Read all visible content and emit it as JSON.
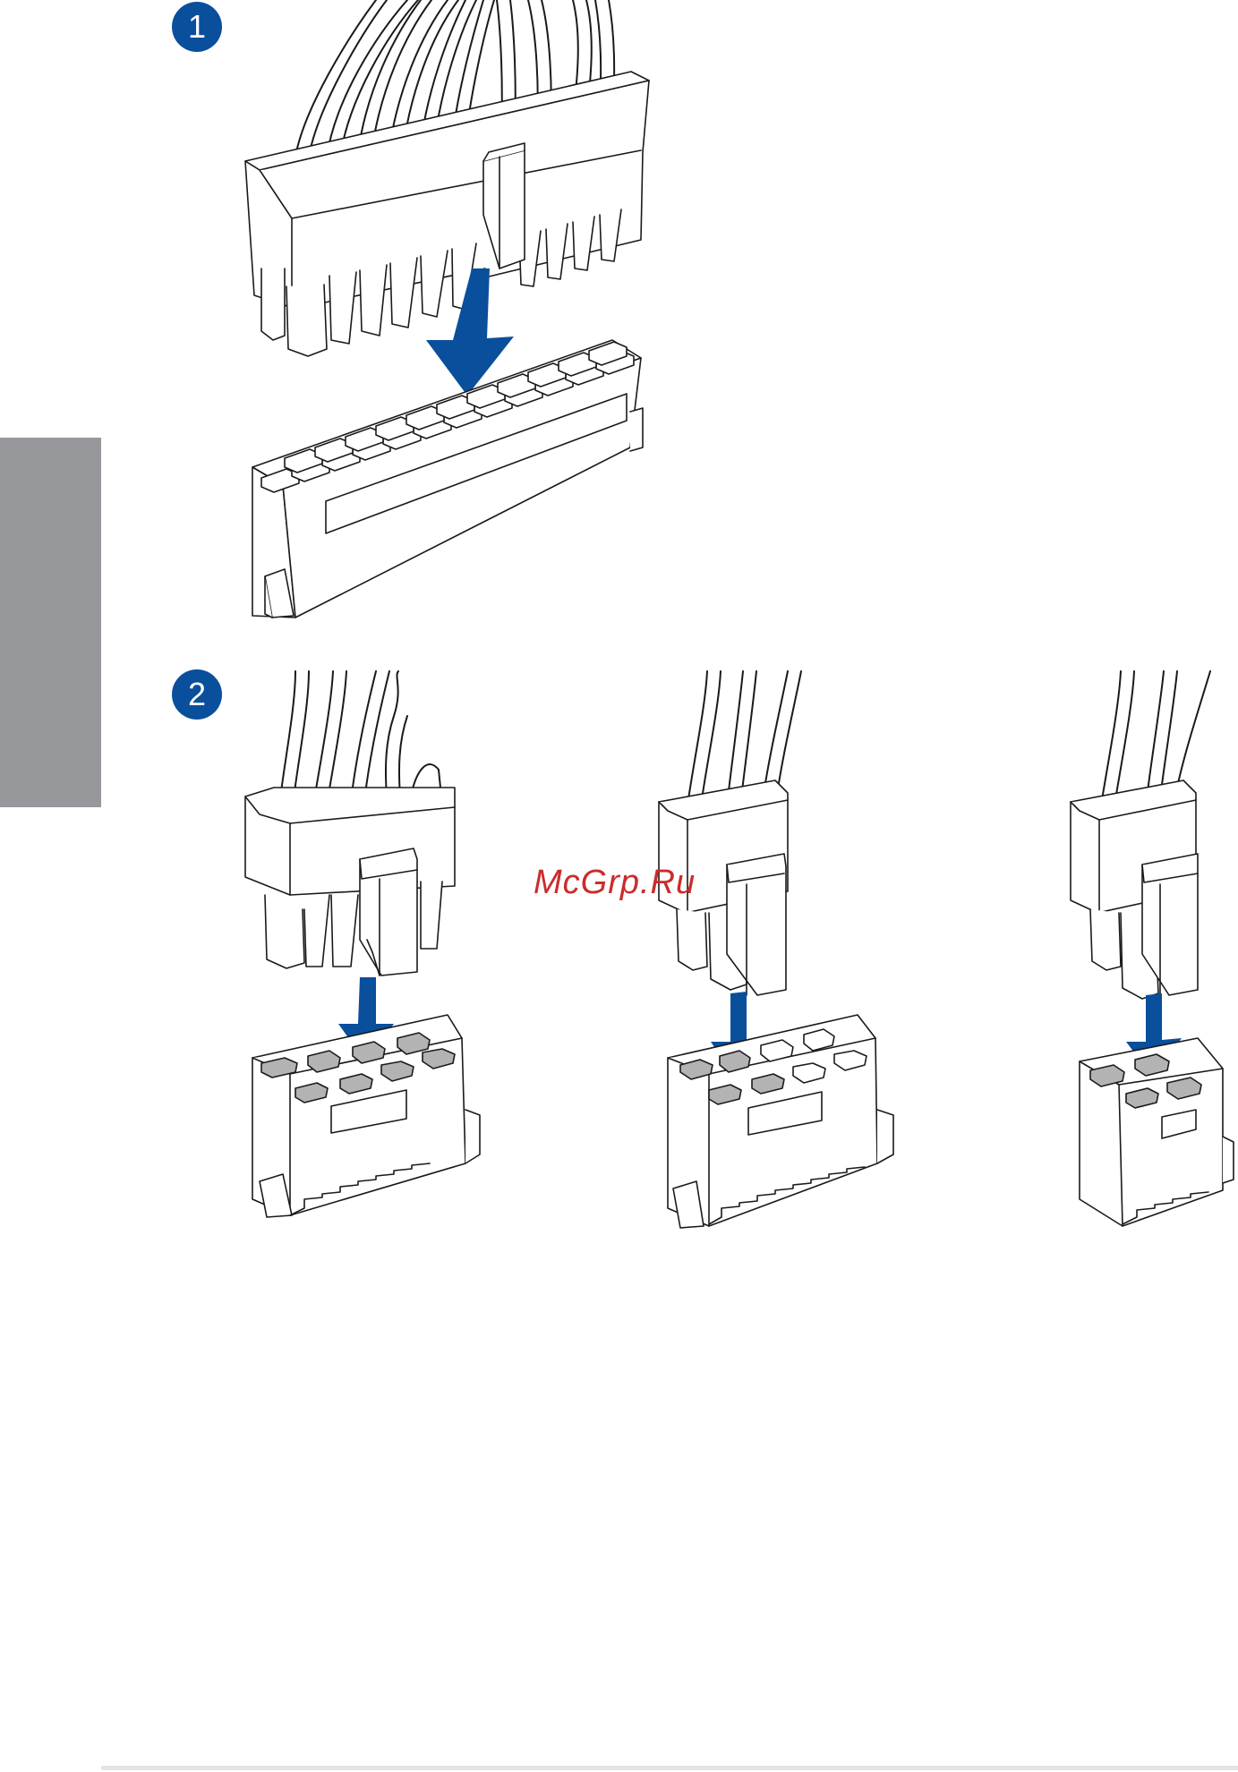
{
  "steps": [
    {
      "number": "1"
    },
    {
      "number": "2"
    }
  ],
  "watermark": "McGrp.Ru",
  "colors": {
    "accent_blue": "#0a4f9c",
    "side_tab_gray": "#96989b",
    "pin_gray": "#b3b3b3",
    "watermark_red": "#cc2b2b"
  }
}
